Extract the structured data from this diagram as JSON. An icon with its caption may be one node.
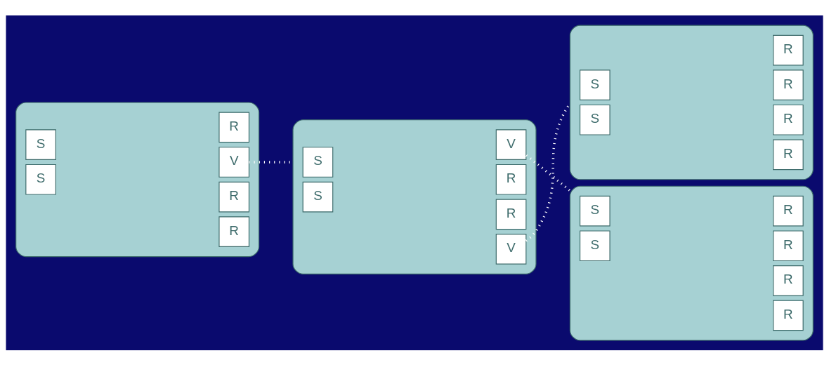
{
  "diagram": {
    "nodes": [
      {
        "text": [],
        "shape": "box"
      },
      {
        "text": [
          "S"
        ],
        "in": 0
      },
      {
        "text": [
          "S"
        ],
        "in": 0
      },
      {
        "text": [
          "R"
        ],
        "in": 0
      },
      {
        "text": [
          "R"
        ],
        "in": 0
      },
      {
        "text": [
          "V"
        ],
        "in": 0
      },
      {
        "text": [
          "R"
        ],
        "in": 0
      },
      {
        "text": [],
        "shape": "box"
      },
      {
        "text": [
          "S"
        ],
        "in": 7
      },
      {
        "text": [
          "S"
        ],
        "in": 7
      },
      {
        "text": [
          "V"
        ],
        "in": 7
      },
      {
        "text": [
          "R"
        ],
        "in": 7
      },
      {
        "text": [
          "R"
        ],
        "in": 7
      },
      {
        "text": [
          "V"
        ],
        "in": 7
      },
      {
        "text": [],
        "shape": "box"
      },
      {
        "text": [
          "S"
        ],
        "in": 14
      },
      {
        "text": [
          "S"
        ],
        "in": 14
      },
      {
        "text": [
          "R"
        ],
        "in": 14
      },
      {
        "text": [
          "R"
        ],
        "in": 14
      },
      {
        "text": [
          "R"
        ],
        "in": 14
      },
      {
        "text": [
          "R"
        ],
        "in": 14
      },
      {
        "text": [],
        "shape": "box"
      },
      {
        "text": [
          "S"
        ],
        "in": 21
      },
      {
        "text": [
          "S"
        ],
        "in": 21
      },
      {
        "text": [
          "R"
        ],
        "in": 21
      },
      {
        "text": [
          "R"
        ],
        "in": 21
      },
      {
        "text": [
          "R"
        ],
        "in": 21
      },
      {
        "text": [
          "R"
        ],
        "in": 21
      }
    ],
    "edges": [
      {
        "from": 5,
        "to": 7,
        "arrow": "none",
        "style": "dashed"
      },
      {
        "from": 10,
        "to": 14,
        "arrow": "none",
        "style": "dashed"
      },
      {
        "from": 13,
        "to": 21,
        "arrow": "none",
        "style": "dashed"
      }
    ]
  }
}
